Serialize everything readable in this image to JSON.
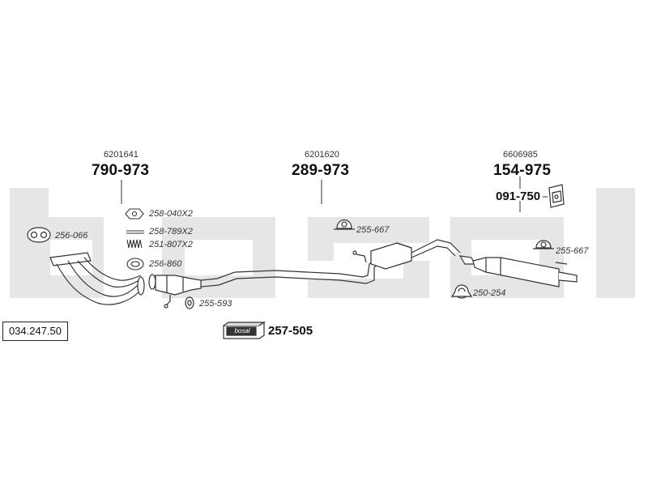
{
  "diagram": {
    "background_watermark": "bosal",
    "watermark_color": "#e6e6e6",
    "line_color": "#333333",
    "reference_code": "034.247.50",
    "groups": [
      {
        "oem": "6201641",
        "part": "790-973"
      },
      {
        "oem": "6201620",
        "part": "289-973"
      },
      {
        "oem": "6606985",
        "part": "154-975"
      }
    ],
    "bracket_part": "091-750",
    "accessory_part": "257-505",
    "bosal_logo_text": "bosal",
    "small_parts": [
      "258-040X2",
      "258-789X2",
      "251-807X2",
      "256-860",
      "256-066",
      "255-593",
      "255-667",
      "255-667",
      "250-254"
    ]
  }
}
